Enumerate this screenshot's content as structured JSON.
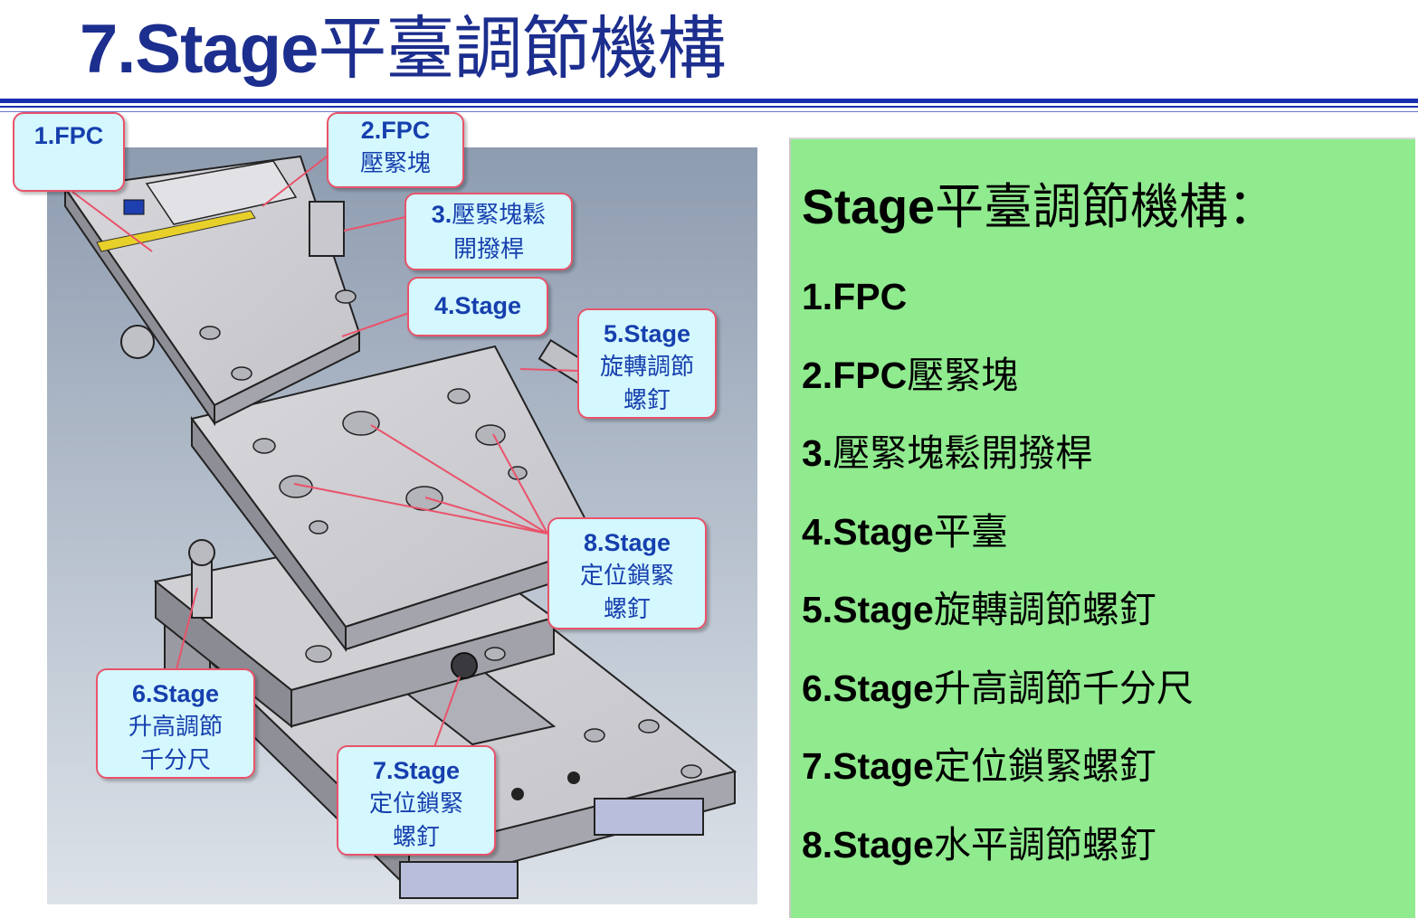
{
  "slide": {
    "title_prefix": "7.Stage",
    "title_cjk": "平臺調節機構"
  },
  "callouts": [
    {
      "id": 1,
      "num": "1.FPC",
      "text": ""
    },
    {
      "id": 2,
      "num": "2.FPC",
      "text": "壓緊塊"
    },
    {
      "id": 3,
      "num": "3.",
      "text": "壓緊塊鬆開撥桿"
    },
    {
      "id": 4,
      "num": "4.Stage",
      "text": ""
    },
    {
      "id": 5,
      "num": "5.Stage",
      "text": "旋轉調節螺釘"
    },
    {
      "id": 6,
      "num": "6.Stage",
      "text": "升高調節千分尺"
    },
    {
      "id": 7,
      "num": "7.Stage",
      "text": "定位鎖緊螺釘"
    },
    {
      "id": 8,
      "num": "8.Stage",
      "text": "定位鎖緊螺釘"
    }
  ],
  "panel": {
    "title_prefix": "Stage",
    "title_cjk": "平臺調節機構：",
    "items": [
      {
        "n": "1.FPC",
        "c": ""
      },
      {
        "n": "2.FPC",
        "c": "壓緊塊"
      },
      {
        "n": "3.",
        "c": "壓緊塊鬆開撥桿"
      },
      {
        "n": "4.Stage",
        "c": "平臺"
      },
      {
        "n": "5.Stage",
        "c": "旋轉調節螺釘"
      },
      {
        "n": "6.Stage",
        "c": "升高調節千分尺"
      },
      {
        "n": "7.Stage",
        "c": "定位鎖緊螺釘"
      },
      {
        "n": "8.Stage",
        "c": "水平調節螺釘"
      }
    ]
  },
  "colors": {
    "title": "#1c2e8e",
    "rule": "#1a2fb0",
    "callout_bg": "#d4f8fd",
    "callout_border": "#e9536a",
    "callout_text": "#163fae",
    "panel_bg": "#90ea8e"
  }
}
